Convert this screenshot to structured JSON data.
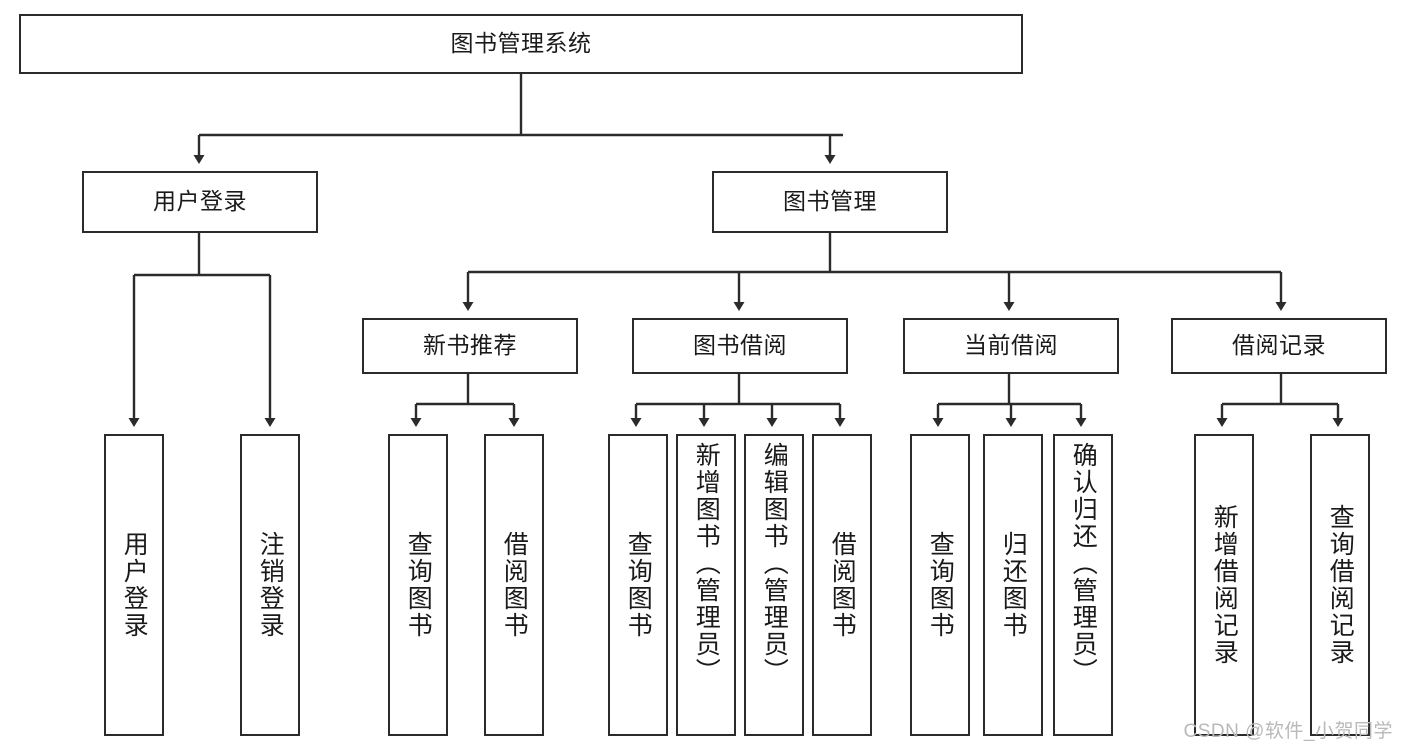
{
  "diagram": {
    "title": "图书管理系统",
    "type": "tree",
    "watermark": "CSDN @软件_小贺同学",
    "colors": {
      "box_border": "#2b2b2b",
      "box_fill": "#ffffff",
      "edge": "#2b2b2b",
      "text": "#1a1a1a",
      "watermark": "#b9b9b9",
      "background": "#ffffff"
    },
    "root": {
      "label": "图书管理系统"
    },
    "level1": [
      {
        "id": "user-login",
        "label": "用户登录"
      },
      {
        "id": "book-manage",
        "label": "图书管理"
      }
    ],
    "level2": [
      {
        "id": "new-book-rec",
        "label": "新书推荐"
      },
      {
        "id": "book-borrow",
        "label": "图书借阅"
      },
      {
        "id": "current-borrow",
        "label": "当前借阅"
      },
      {
        "id": "borrow-record",
        "label": "借阅记录"
      }
    ],
    "leaves": [
      {
        "id": "user-login",
        "parent": "user-login",
        "label": "用户登录"
      },
      {
        "id": "user-logout",
        "parent": "user-login",
        "label": "注销登录"
      },
      {
        "id": "q-book-1",
        "parent": "new-book-rec",
        "label": "查询图书"
      },
      {
        "id": "borrow-book-1",
        "parent": "new-book-rec",
        "label": "借阅图书"
      },
      {
        "id": "q-book-2",
        "parent": "book-borrow",
        "label": "查询图书"
      },
      {
        "id": "add-book",
        "parent": "book-borrow",
        "label": "新增图书（管理员）"
      },
      {
        "id": "edit-book",
        "parent": "book-borrow",
        "label": "编辑图书（管理员）"
      },
      {
        "id": "borrow-book-2",
        "parent": "book-borrow",
        "label": "借阅图书"
      },
      {
        "id": "q-book-3",
        "parent": "current-borrow",
        "label": "查询图书"
      },
      {
        "id": "return-book",
        "parent": "current-borrow",
        "label": "归还图书"
      },
      {
        "id": "confirm-return",
        "parent": "current-borrow",
        "label": "确认归还（管理员）"
      },
      {
        "id": "add-record",
        "parent": "borrow-record",
        "label": "新增借阅记录"
      },
      {
        "id": "query-record",
        "parent": "borrow-record",
        "label": "查询借阅记录"
      }
    ]
  }
}
